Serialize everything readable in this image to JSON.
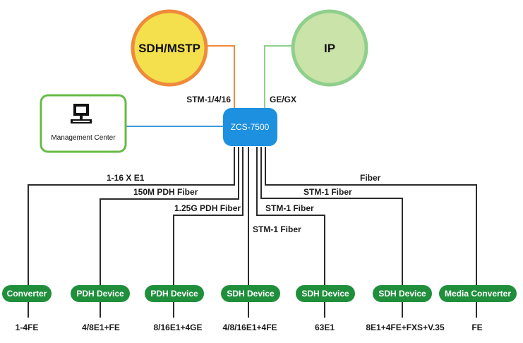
{
  "clouds": {
    "sdh": {
      "label": "SDH/MSTP",
      "fill": "#f4e04d",
      "stroke": "#ef8a3a"
    },
    "ip": {
      "label": "IP",
      "fill": "#c9e3a9",
      "stroke": "#8fcf8c"
    }
  },
  "uplinks": {
    "sdh_link": "STM-1/4/16",
    "ip_link": "GE/GX"
  },
  "hub": {
    "label": "ZCS-7500",
    "fill": "#1e90e0"
  },
  "management": {
    "label": "Management Center",
    "border": "#66bb44",
    "link_color": "#3b9ad9"
  },
  "device_color": "#1f8f3c",
  "devices": [
    {
      "name": "Converter",
      "link": "1-16 X E1",
      "ports": "1-4FE"
    },
    {
      "name": "PDH Device",
      "link": "150M PDH Fiber",
      "ports": "4/8E1+FE"
    },
    {
      "name": "PDH Device",
      "link": "1.25G PDH Fiber",
      "ports": "8/16E1+4GE"
    },
    {
      "name": "SDH Device",
      "link": "STM-1 Fiber",
      "ports": "4/8/16E1+4FE"
    },
    {
      "name": "SDH Device",
      "link": "STM-1 Fiber",
      "ports": "63E1"
    },
    {
      "name": "SDH Device",
      "link": "STM-1 Fiber",
      "ports": "8E1+4FE+FXS+V.35"
    },
    {
      "name": "Media Converter",
      "link": "Fiber",
      "ports": "FE"
    }
  ]
}
